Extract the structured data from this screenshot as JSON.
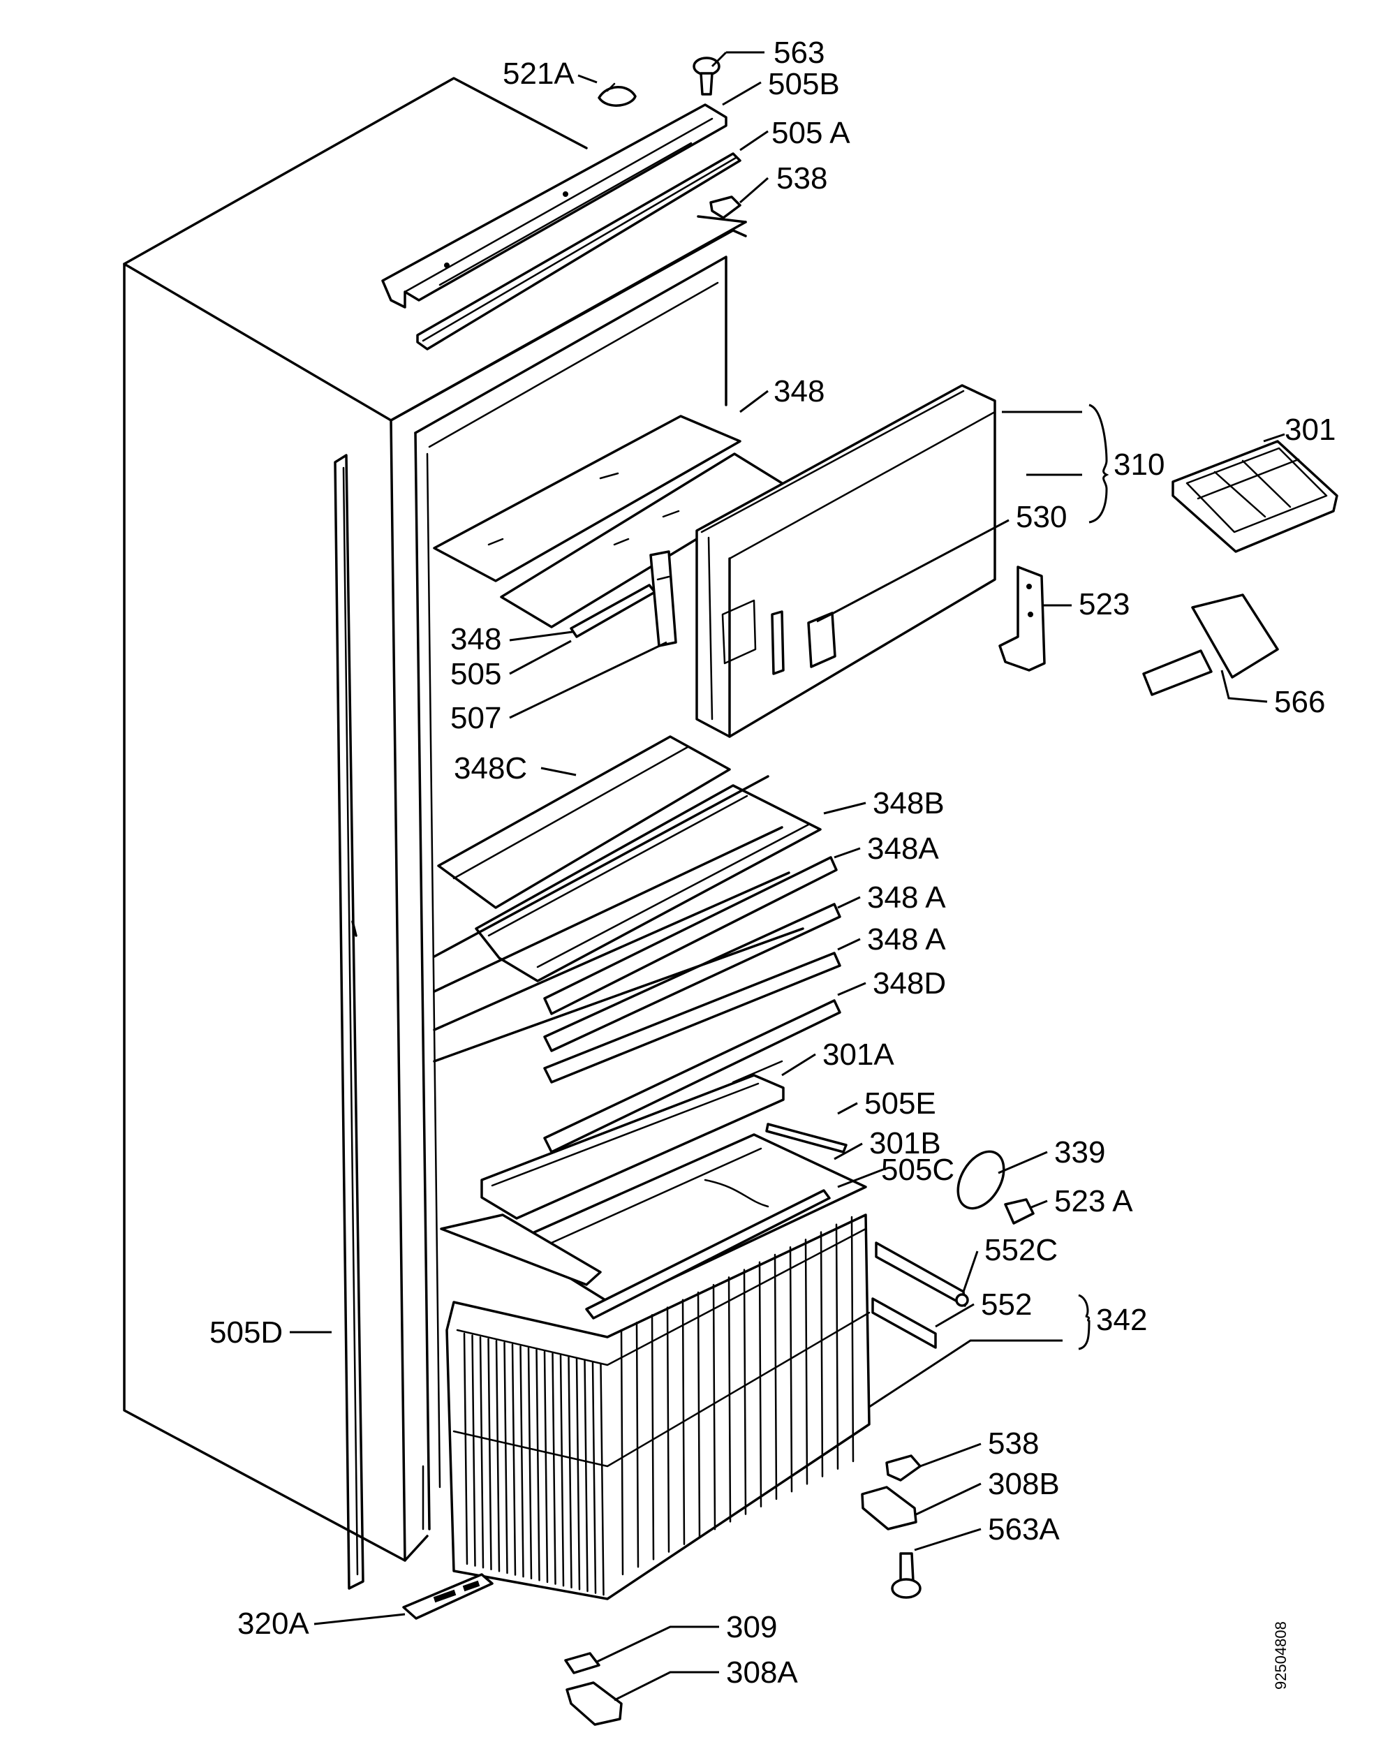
{
  "labels": {
    "l563": "563",
    "l521A": "521A",
    "l505B": "505B",
    "l505A": "505 A",
    "l538top": "538",
    "l348top": "348",
    "l310": "310",
    "l301": "301",
    "l530": "530",
    "l523": "523",
    "l348mid": "348",
    "l505": "505",
    "l507": "507",
    "l566": "566",
    "l348C": "348C",
    "l348B": "348B",
    "l348A1": "348A",
    "l348A2": "348 A",
    "l348A3": "348 A",
    "l348D": "348D",
    "l301A": "301A",
    "l505E": "505E",
    "l301B": "301B",
    "l505C": "505C",
    "l339": "339",
    "l523A": "523 A",
    "l552C": "552C",
    "l552": "552",
    "l342": "342",
    "l505D": "505D",
    "l538bot": "538",
    "l308B": "308B",
    "l563A": "563A",
    "l320A": "320A",
    "l309": "309",
    "l308A": "308A"
  },
  "drawing_code": "92504808"
}
